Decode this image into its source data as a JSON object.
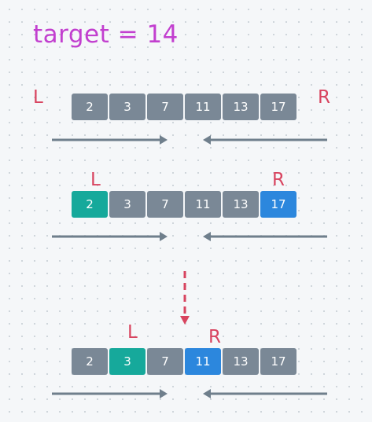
{
  "title": "target = 14",
  "array": [
    "2",
    "3",
    "7",
    "11",
    "13",
    "17"
  ],
  "pointer_labels": {
    "left": "L",
    "right": "R"
  },
  "steps": [
    {
      "left_index": null,
      "right_index": null
    },
    {
      "left_index": 0,
      "right_index": 5
    },
    {
      "left_index": 1,
      "right_index": 3
    }
  ],
  "colors": {
    "title": "#c23fcf",
    "pointer_label": "#d8445f",
    "cell_default": "#7a8896",
    "cell_left": "#16a99b",
    "cell_right": "#2c87dd",
    "arrow": "#6f7f8c",
    "transition_arrow": "#d8445f"
  }
}
